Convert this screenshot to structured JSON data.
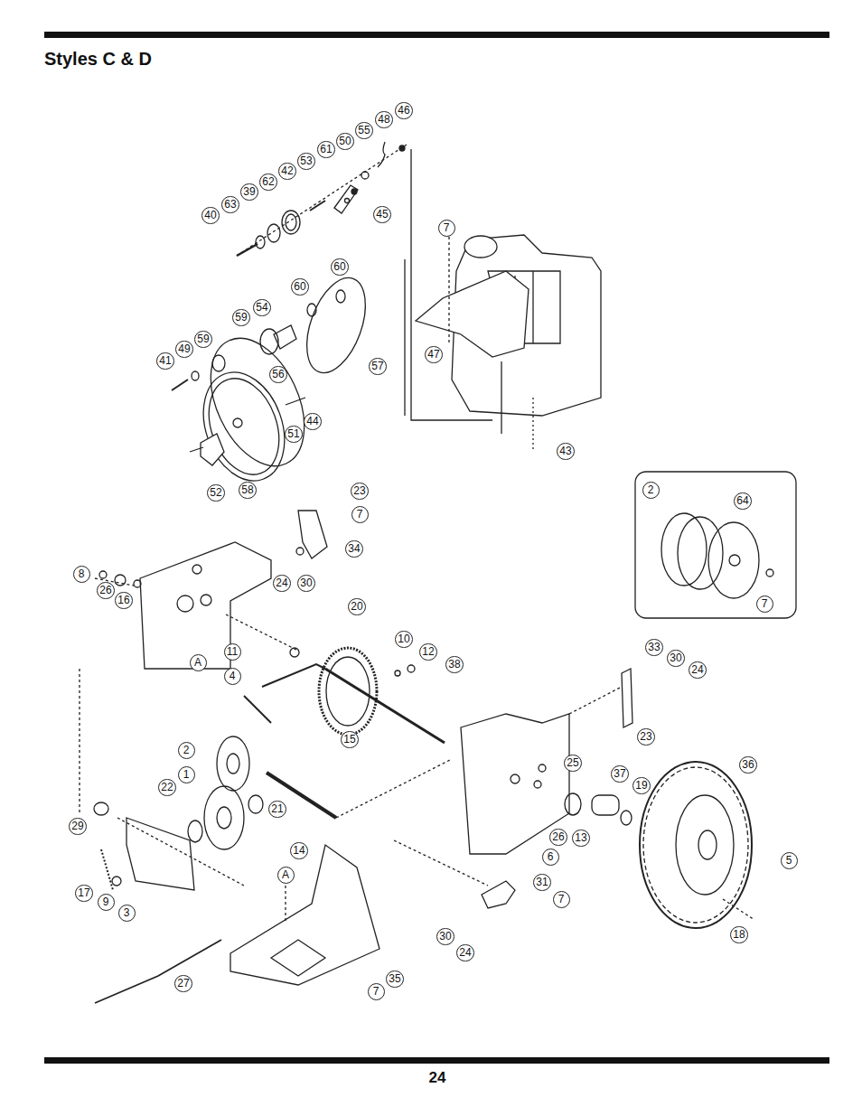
{
  "diagram": {
    "title": "Styles C & D",
    "labels": [
      "46",
      "48",
      "55",
      "50",
      "61",
      "53",
      "42",
      "62",
      "39",
      "63",
      "40",
      "45",
      "7",
      "60",
      "60",
      "54",
      "59",
      "59",
      "49",
      "41",
      "57",
      "56",
      "47",
      "44",
      "51",
      "43",
      "52",
      "58",
      "23",
      "7",
      "34",
      "8",
      "26",
      "16",
      "24",
      "30",
      "20",
      "11",
      "10",
      "12",
      "38",
      "4",
      "A",
      "15",
      "2",
      "1",
      "22",
      "21",
      "14",
      "29",
      "17",
      "9",
      "3",
      "A",
      "27",
      "35",
      "7",
      "33",
      "30",
      "24",
      "23",
      "25",
      "37",
      "19",
      "36",
      "26",
      "13",
      "6",
      "5",
      "31",
      "7",
      "30",
      "24",
      "18",
      "2",
      "64",
      "7",
      "24"
    ]
  }
}
